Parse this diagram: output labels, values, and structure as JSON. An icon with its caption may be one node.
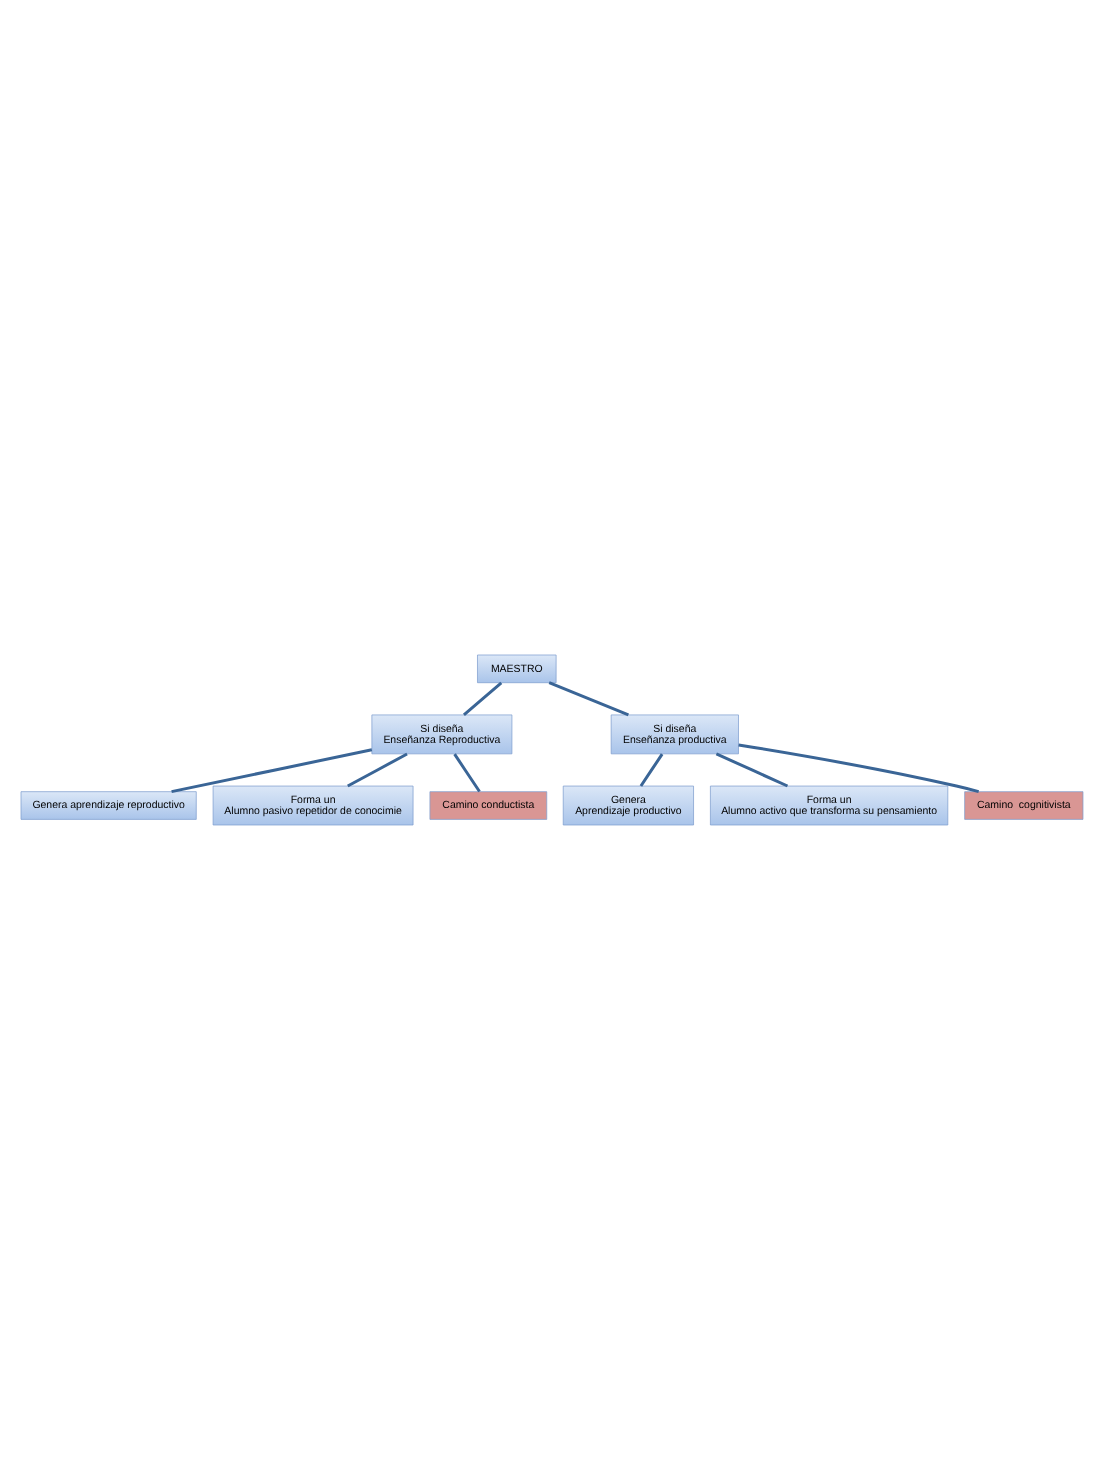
{
  "diagram": {
    "nodes": [
      {
        "text": [
          "MAESTRO"
        ]
      },
      {
        "text": [
          "Si diseña",
          "Enseñanza Reproductiva"
        ]
      },
      {
        "text": [
          "Si diseña",
          "Enseñanza productiva"
        ]
      },
      {
        "text": [
          "Genera aprendizaje reproductivo"
        ]
      },
      {
        "text": [
          "Forma un",
          "Alumno pasivo repetidor de conocimie"
        ]
      },
      {
        "text": [
          "Camino conductista"
        ]
      },
      {
        "text": [
          "Genera",
          "Aprendizaje productivo"
        ]
      },
      {
        "text": [
          "Forma un",
          "Alumno activo que transforma su pensamiento"
        ]
      },
      {
        "text": [
          "Camino  cognitivista"
        ]
      }
    ],
    "edges": [
      {
        "from": 0,
        "to": 1,
        "arrow": "none"
      },
      {
        "from": 0,
        "to": 2,
        "arrow": "none"
      },
      {
        "from": 1,
        "to": 3,
        "arrow": "none"
      },
      {
        "from": 1,
        "to": 4,
        "arrow": "none"
      },
      {
        "from": 1,
        "to": 5,
        "arrow": "none"
      },
      {
        "from": 2,
        "to": 6,
        "arrow": "none"
      },
      {
        "from": 2,
        "to": 7,
        "arrow": "none"
      },
      {
        "from": 2,
        "to": 8,
        "arrow": "none"
      }
    ]
  }
}
